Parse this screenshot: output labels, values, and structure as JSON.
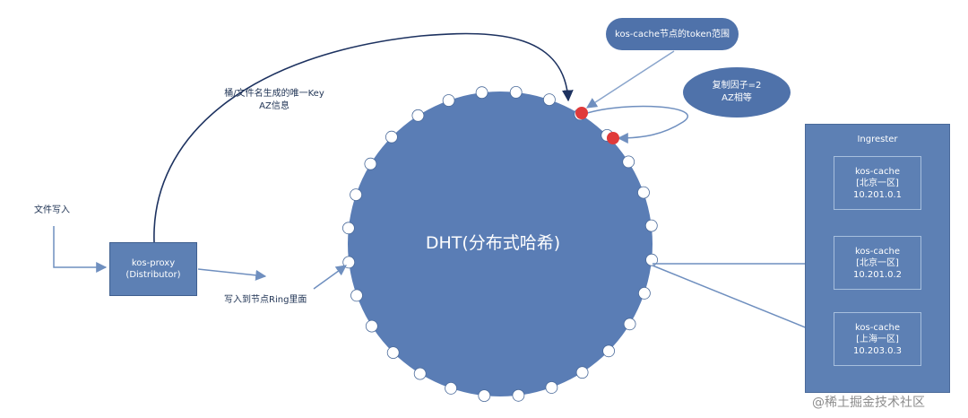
{
  "dht": {
    "title": "DHT(分布式哈希)",
    "node_count": 28
  },
  "proxy": {
    "name": "kos-proxy",
    "role": "(Distributor)"
  },
  "labels": {
    "file_write": "文件写入",
    "bucket_key_line1": "桶/文件名生成的唯一Key",
    "bucket_key_line2": "AZ信息",
    "write_ring": "写入到节点Ring里面"
  },
  "callouts": {
    "token_range": "kos-cache节点的token范围",
    "replication_line1": "复制因子=2",
    "replication_line2": "AZ相等"
  },
  "ingester": {
    "title": "Ingrester",
    "nodes": [
      {
        "name": "kos-cache",
        "zone": "[北京一区]",
        "ip": "10.201.0.1"
      },
      {
        "name": "kos-cache",
        "zone": "[北京一区]",
        "ip": "10.201.0.2"
      },
      {
        "name": "kos-cache",
        "zone": "[上海一区]",
        "ip": "10.203.0.3"
      }
    ]
  },
  "watermark": "@稀土掘金技术社区",
  "colors": {
    "ring_fill": "#5a7db5",
    "node_fill": "#ffffff",
    "highlight_node": "#e03a3a",
    "callout_fill": "#4f72aa",
    "arrow": "#6f8fbf",
    "dark_arrow": "#1d3260"
  }
}
